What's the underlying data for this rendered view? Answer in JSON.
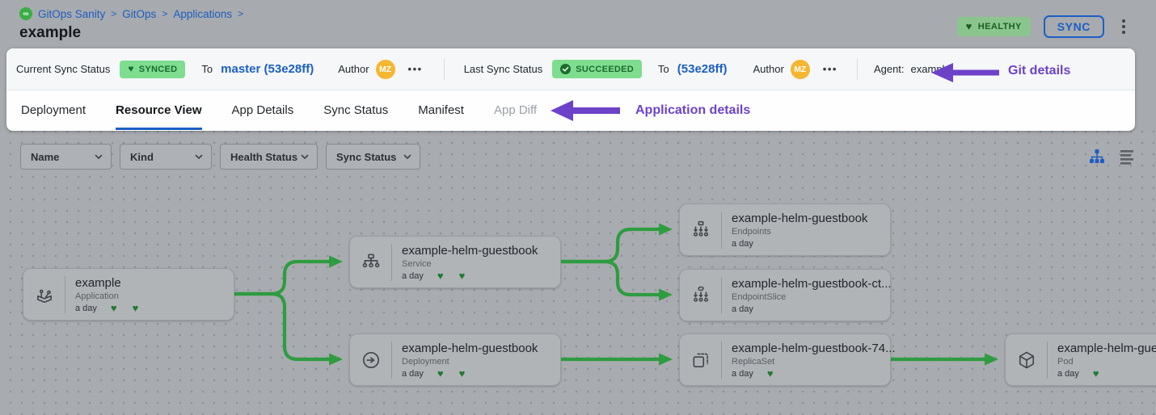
{
  "breadcrumb": {
    "separator": ">",
    "items": [
      "GitOps Sanity",
      "GitOps",
      "Applications"
    ]
  },
  "page": {
    "title": "example"
  },
  "header": {
    "health_badge": "HEALTHY",
    "sync_button": "SYNC"
  },
  "icons": {
    "logo_glyph": "∞",
    "heart_glyph": "♥"
  },
  "sync_bar": {
    "current": {
      "label": "Current Sync Status",
      "status": "SYNCED",
      "to_label": "To",
      "target": "master (53e28ff)",
      "author_label": "Author",
      "author_initials": "MZ",
      "more": "•••"
    },
    "last": {
      "label": "Last Sync Status",
      "status": "SUCCEEDED",
      "to_label": "To",
      "target": "(53e28ff)",
      "author_label": "Author",
      "author_initials": "MZ",
      "more": "•••"
    },
    "agent_label": "Agent:",
    "agent_value": "example",
    "annotation": "Git details"
  },
  "tabs": {
    "items": [
      {
        "label": "Deployment"
      },
      {
        "label": "Resource View",
        "active": true
      },
      {
        "label": "App Details"
      },
      {
        "label": "Sync Status"
      },
      {
        "label": "Manifest"
      },
      {
        "label": "App Diff",
        "disabled": true
      }
    ],
    "annotation": "Application details"
  },
  "filters": {
    "items": [
      {
        "label": "Name"
      },
      {
        "label": "Kind"
      },
      {
        "label": "Health Status"
      },
      {
        "label": "Sync Status"
      }
    ]
  },
  "graph": {
    "heart_glyph": "♥",
    "nodes": [
      {
        "name": "example",
        "kind": "Application",
        "age": "a day",
        "icon": "application-icon",
        "hearts": 2
      },
      {
        "name": "example-helm-guestbook",
        "kind": "Service",
        "age": "a day",
        "icon": "service-icon",
        "hearts": 2
      },
      {
        "name": "example-helm-guestbook",
        "kind": "Deployment",
        "age": "a day",
        "icon": "deployment-icon",
        "hearts": 2
      },
      {
        "name": "example-helm-guestbook",
        "kind": "Endpoints",
        "age": "a day",
        "icon": "endpoints-icon",
        "hearts": 0
      },
      {
        "name": "example-helm-guestbook-ct...",
        "kind": "EndpointSlice",
        "age": "a day",
        "icon": "endpointslice-icon",
        "hearts": 0
      },
      {
        "name": "example-helm-guestbook-74...",
        "kind": "ReplicaSet",
        "age": "a day",
        "icon": "replicaset-icon",
        "hearts": 1
      },
      {
        "name": "example-helm-guest",
        "kind": "Pod",
        "age": "a day",
        "icon": "pod-icon",
        "hearts": 1
      }
    ]
  },
  "colors": {
    "accent_blue": "#1b5fc4",
    "status_green_bg": "#7fdd8f",
    "status_green_text": "#1c6b30",
    "edge_green": "#2e9c3f",
    "annotation_purple": "#6d42c9",
    "avatar_amber": "#f5b731",
    "canvas_gray": "#a8abaf"
  }
}
